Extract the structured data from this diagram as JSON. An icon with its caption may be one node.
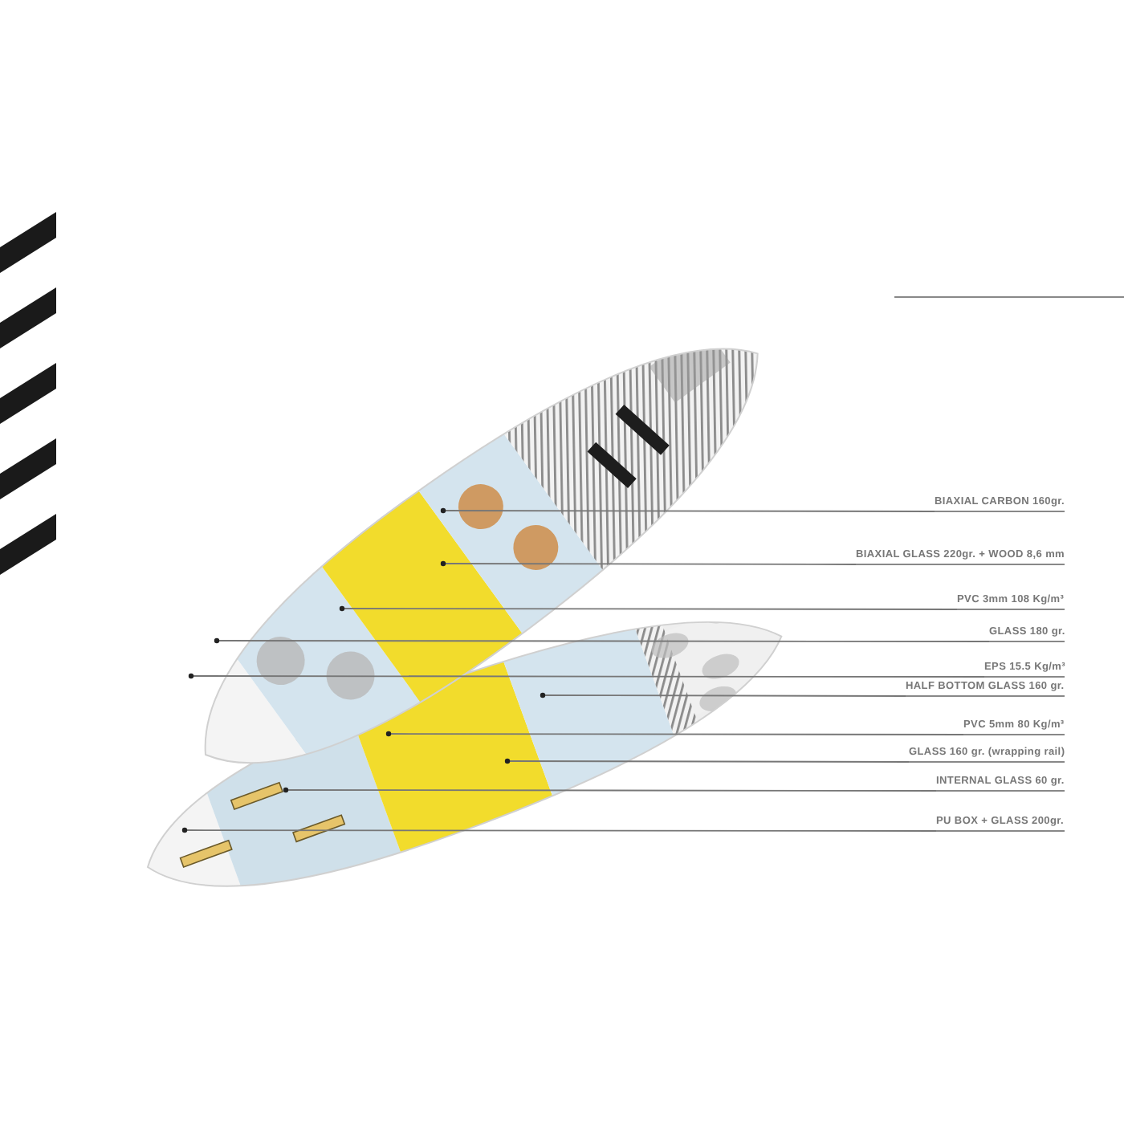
{
  "diagram": {
    "nodes": [
      {
        "text": [
          "BIAXIAL CARBON 160gr."
        ]
      },
      {
        "text": [
          "BIAXIAL GLASS 220gr. + WOOD 8,6 mm"
        ]
      },
      {
        "text": [
          "PVC 3mm 108 Kg/m³"
        ]
      },
      {
        "text": [
          "GLASS 180 gr."
        ]
      },
      {
        "text": [
          "EPS 15.5 Kg/m³"
        ]
      },
      {
        "text": [
          "HALF BOTTOM GLASS 160 gr."
        ]
      },
      {
        "text": [
          "PVC 5mm 80 Kg/m³"
        ]
      },
      {
        "text": [
          "GLASS 160 gr. (wrapping rail)"
        ]
      },
      {
        "text": [
          "INTERNAL GLASS 60 gr."
        ]
      },
      {
        "text": [
          "PU BOX + GLASS 200gr."
        ]
      }
    ],
    "edges": [
      {
        "from": 0,
        "to": null,
        "arrow": "other"
      },
      {
        "from": 1,
        "to": null,
        "arrow": "other"
      },
      {
        "from": 2,
        "to": null,
        "arrow": "other"
      },
      {
        "from": 3,
        "to": null,
        "arrow": "other"
      },
      {
        "from": 4,
        "to": null,
        "arrow": "other"
      },
      {
        "from": 5,
        "to": null,
        "arrow": "other"
      },
      {
        "from": 6,
        "to": null,
        "arrow": "other"
      },
      {
        "from": 7,
        "to": null,
        "arrow": "other"
      },
      {
        "from": 8,
        "to": null,
        "arrow": "other"
      },
      {
        "from": 9,
        "to": null,
        "arrow": "other"
      }
    ]
  }
}
